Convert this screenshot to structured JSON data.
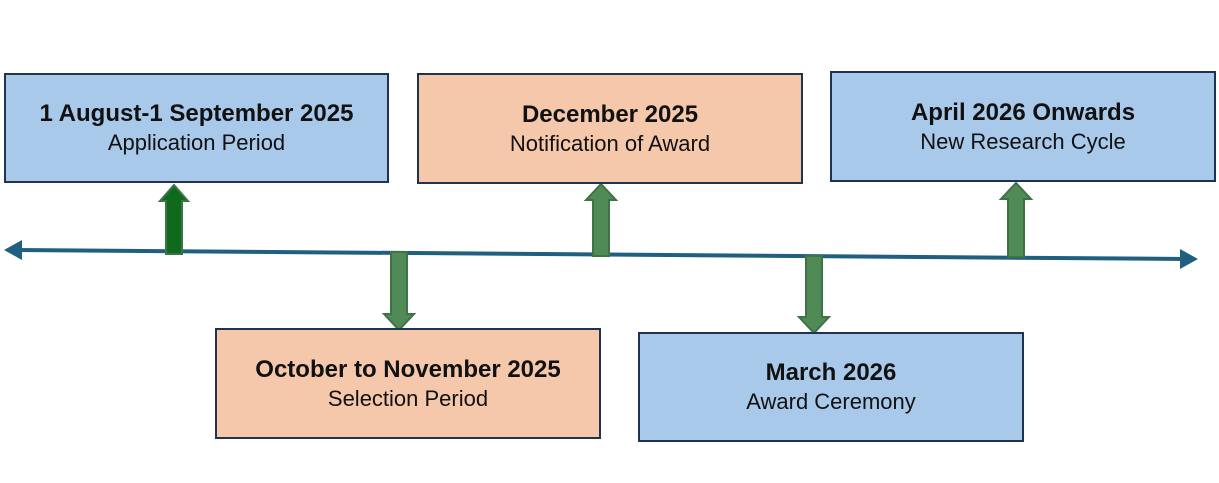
{
  "colors": {
    "axis": "#1f5f80",
    "arrow_fill": "#4f8a57",
    "arrow_fill_dark": "#0f6a1e",
    "arrow_stroke": "#3f7345",
    "box_blue": "#a9c9ea",
    "box_peach": "#f5c7ab",
    "box_border": "#1f3350"
  },
  "events": [
    {
      "date": "1 August-1 September 2025",
      "label": "Application Period",
      "color": "blue"
    },
    {
      "date": "December 2025",
      "label": "Notification of Award",
      "color": "peach"
    },
    {
      "date": "April 2026 Onwards",
      "label": "New Research Cycle",
      "color": "blue"
    },
    {
      "date": "October to November 2025",
      "label": "Selection Period",
      "color": "peach"
    },
    {
      "date": "March 2026",
      "label": "Award Ceremony",
      "color": "blue"
    }
  ]
}
